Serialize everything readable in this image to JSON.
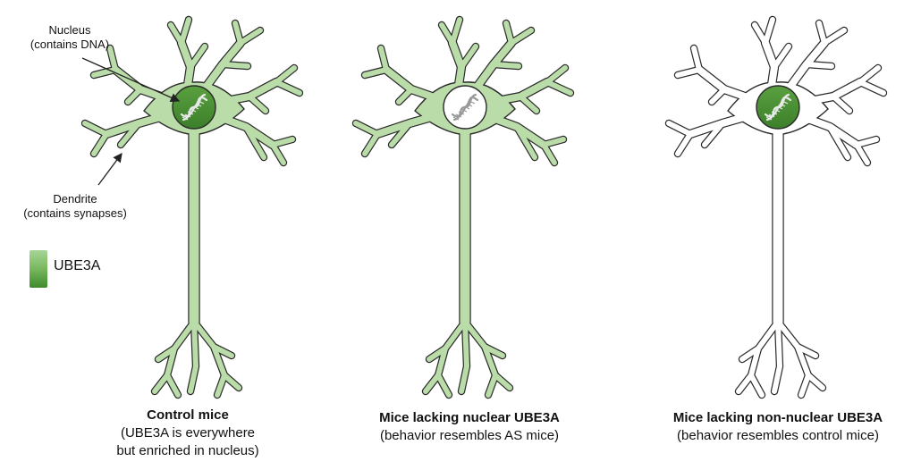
{
  "annotations": {
    "nucleus": [
      "Nucleus",
      "(contains DNA)"
    ],
    "dendrite": [
      "Dendrite",
      "(contains synapses)"
    ]
  },
  "legend": {
    "label": "UBE3A",
    "gradient": [
      "#a6d596",
      "#7dbb63",
      "#3f8a2c"
    ]
  },
  "colors": {
    "ube3a_fill": "#b9dca8",
    "nucleus_fill": "#4a8f35",
    "outline": "#2a2a2a",
    "empty_fill": "#ffffff"
  },
  "panels": [
    {
      "title": "Control mice",
      "caption": [
        "(UBE3A is everywhere",
        "but enriched in nucleus)"
      ],
      "cell_filled": true,
      "nucleus_filled": true
    },
    {
      "title": "Mice lacking nuclear UBE3A",
      "caption": [
        "(behavior resembles AS mice)"
      ],
      "cell_filled": true,
      "nucleus_filled": false
    },
    {
      "title": "Mice lacking non-nuclear UBE3A",
      "caption": [
        "(behavior resembles control mice)"
      ],
      "cell_filled": false,
      "nucleus_filled": true
    }
  ]
}
